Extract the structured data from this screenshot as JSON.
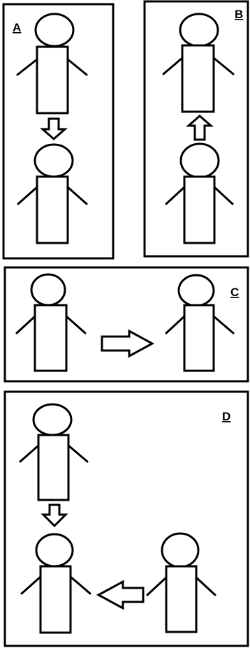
{
  "panels": [
    {
      "id": "A",
      "label": "A"
    },
    {
      "id": "B",
      "label": "B"
    },
    {
      "id": "C",
      "label": "C"
    },
    {
      "id": "D",
      "label": "D"
    }
  ],
  "colors": {
    "stroke": "#000000",
    "background": "#ffffff"
  }
}
